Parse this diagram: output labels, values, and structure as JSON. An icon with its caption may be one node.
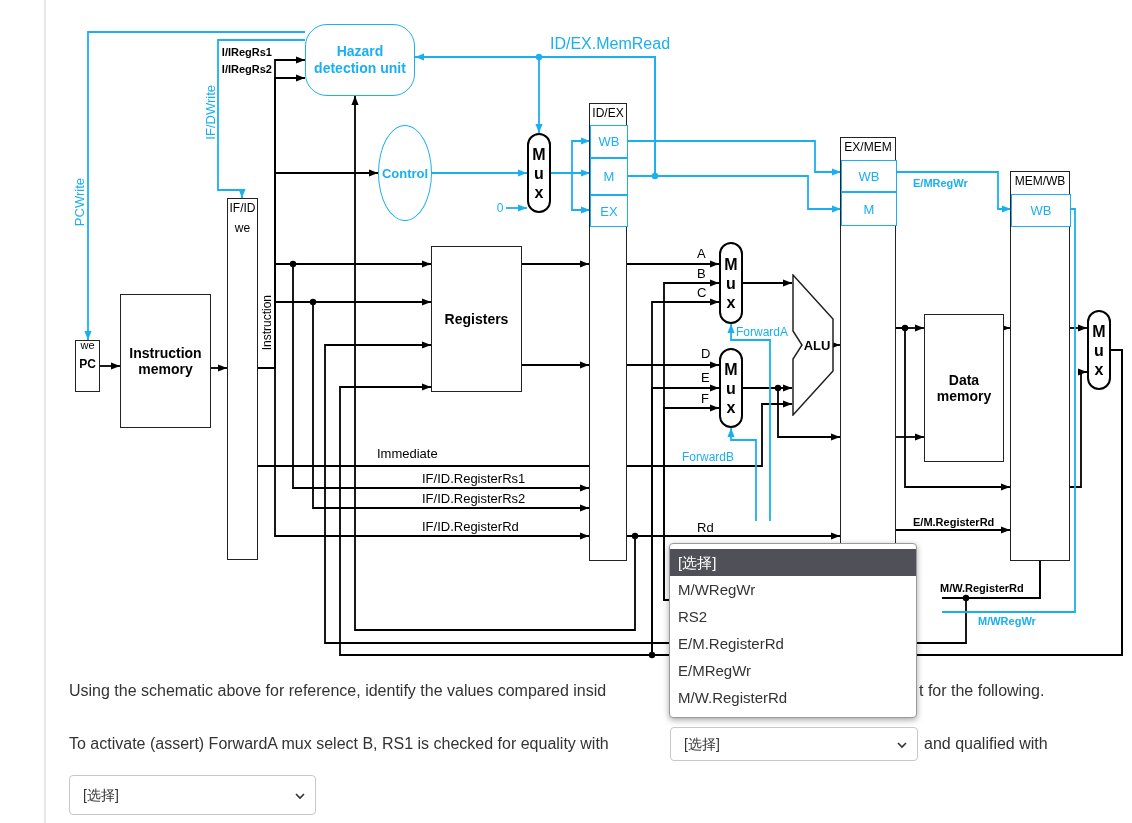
{
  "diagram": {
    "nodes": [
      {
        "text": [
          "we",
          "PC"
        ]
      },
      {
        "text": [
          "Instruction memory"
        ]
      },
      {
        "text": [
          "IF/ID",
          "we"
        ]
      },
      {
        "text": [
          "Hazard detection unit"
        ]
      },
      {
        "text": [
          "Control"
        ]
      },
      {
        "text": [
          "Mux"
        ]
      },
      {
        "text": [
          "ID/EX"
        ]
      },
      {
        "text": [
          "WB"
        ],
        "in": 6
      },
      {
        "text": [
          "M"
        ],
        "in": 6
      },
      {
        "text": [
          "EX"
        ],
        "in": 6
      },
      {
        "text": [
          "Registers"
        ]
      },
      {
        "text": [
          "Mux"
        ]
      },
      {
        "text": [
          "Mux"
        ]
      },
      {
        "text": [
          "ALU"
        ]
      },
      {
        "text": [
          "EX/MEM"
        ]
      },
      {
        "text": [
          "WB"
        ],
        "in": 14
      },
      {
        "text": [
          "M"
        ],
        "in": 14
      },
      {
        "text": [
          "Data memory"
        ]
      },
      {
        "text": [
          "MEM/WB"
        ]
      },
      {
        "text": [
          "WB"
        ],
        "in": 18
      },
      {
        "text": [
          "Mux"
        ]
      },
      {
        "text": [
          "0"
        ]
      }
    ],
    "edges": [
      {
        "from": 0,
        "to": 1,
        "arrow": "to"
      },
      {
        "from": 1,
        "to": 2,
        "arrow": "to"
      },
      {
        "from": 3,
        "to": 0,
        "label": "PCWrite",
        "arrow": "to",
        "color": "#1ab0f0"
      },
      {
        "from": 3,
        "to": 2,
        "label": "IF/DWrite",
        "arrow": "to",
        "color": "#1ab0f0"
      },
      {
        "from": 2,
        "to": 3,
        "label": "I/IRegRs1",
        "arrow": "to"
      },
      {
        "from": 2,
        "to": 3,
        "label": "I/IRegRs2",
        "arrow": "to"
      },
      {
        "from": 6,
        "to": 3,
        "arrow": "to"
      },
      {
        "from": 2,
        "to": 4,
        "arrow": "to"
      },
      {
        "from": 4,
        "to": 5,
        "arrow": "to",
        "color": "#1ab0f0"
      },
      {
        "from": 21,
        "to": 5,
        "arrow": "to",
        "color": "#1ab0f0"
      },
      {
        "from": 5,
        "to": 7,
        "arrow": "to",
        "color": "#1ab0f0"
      },
      {
        "from": 5,
        "to": 8,
        "arrow": "to",
        "color": "#1ab0f0"
      },
      {
        "from": 5,
        "to": 9,
        "arrow": "to",
        "color": "#1ab0f0"
      },
      {
        "from": 8,
        "to": 3,
        "label": "ID/EX.MemRead",
        "arrow": "to",
        "color": "#1ab0f0"
      },
      {
        "from": 8,
        "to": 5,
        "arrow": "to",
        "color": "#1ab0f0"
      },
      {
        "from": 7,
        "to": 15,
        "arrow": "to",
        "color": "#1ab0f0"
      },
      {
        "from": 8,
        "to": 16,
        "arrow": "to",
        "color": "#1ab0f0"
      },
      {
        "from": 15,
        "to": 19,
        "label": "E/MRegWr",
        "arrow": "to",
        "color": "#1ab0f0"
      },
      {
        "from": 2,
        "to": 10,
        "arrow": "to"
      },
      {
        "from": 2,
        "to": 10,
        "arrow": "to"
      },
      {
        "from": 18,
        "to": 10,
        "arrow": "to"
      },
      {
        "from": 20,
        "to": 10,
        "arrow": "to"
      },
      {
        "from": 10,
        "to": 6,
        "arrow": "to"
      },
      {
        "from": 10,
        "to": 6,
        "arrow": "to"
      },
      {
        "from": 6,
        "to": 11,
        "label": "A",
        "arrow": "to"
      },
      {
        "from": 14,
        "to": 11,
        "label": "B",
        "arrow": "to"
      },
      {
        "from": 20,
        "to": 11,
        "label": "C",
        "arrow": "to"
      },
      {
        "from": 6,
        "to": 12,
        "label": "D",
        "arrow": "to"
      },
      {
        "from": 20,
        "to": 12,
        "label": "E",
        "arrow": "to"
      },
      {
        "from": 14,
        "to": 12,
        "label": "F",
        "arrow": "to"
      },
      {
        "from": 11,
        "to": 13,
        "arrow": "to"
      },
      {
        "from": 12,
        "to": 13,
        "arrow": "to"
      },
      {
        "from": 2,
        "to": 13,
        "label": "Immediate",
        "arrow": "to"
      },
      {
        "from": 12,
        "to": 14,
        "arrow": "to"
      },
      {
        "from": 13,
        "to": 14,
        "arrow": "to"
      },
      {
        "from": 14,
        "to": 17,
        "arrow": "to"
      },
      {
        "from": 14,
        "to": 18,
        "arrow": "to"
      },
      {
        "from": 14,
        "to": 17,
        "arrow": "to"
      },
      {
        "from": 17,
        "to": 18,
        "arrow": "to"
      },
      {
        "from": 18,
        "to": 20,
        "arrow": "to"
      },
      {
        "from": 18,
        "to": 20,
        "arrow": "to"
      },
      {
        "from": 2,
        "to": 6,
        "label": "IF/ID.RegisterRs1",
        "arrow": "to"
      },
      {
        "from": 2,
        "to": 6,
        "label": "IF/ID.RegisterRs2",
        "arrow": "to"
      },
      {
        "from": 2,
        "to": 6,
        "label": "IF/ID.RegisterRd",
        "arrow": "to"
      },
      {
        "from": 6,
        "to": 14,
        "label": "Rd",
        "arrow": "to"
      },
      {
        "from": 14,
        "to": 18,
        "label": "E/M.RegisterRd",
        "arrow": "to"
      },
      {
        "from": 18,
        "to": null,
        "label": "M/W.RegisterRd",
        "arrow": "none"
      },
      {
        "from": 19,
        "to": null,
        "label": "M/WRegWr",
        "arrow": "none",
        "color": "#1ab0f0"
      },
      {
        "from": null,
        "to": 11,
        "label": "ForwardA",
        "arrow": "to",
        "color": "#1ab0f0"
      },
      {
        "from": null,
        "to": 12,
        "label": "ForwardB",
        "arrow": "to",
        "color": "#1ab0f0"
      }
    ],
    "labels": [
      "Instruction",
      "Using the schematic above for reference, identify the values compared insid",
      "[选择]",
      "M/WRegWr",
      "RS2",
      "E/M.RegisterRd",
      "E/MRegWr",
      "M/W.RegisterRd",
      "t for the following.",
      "To activate (assert) ForwardA mux select B, RS1 is checked for equality with",
      "[选择]",
      "and qualified with",
      "[选择]"
    ]
  }
}
